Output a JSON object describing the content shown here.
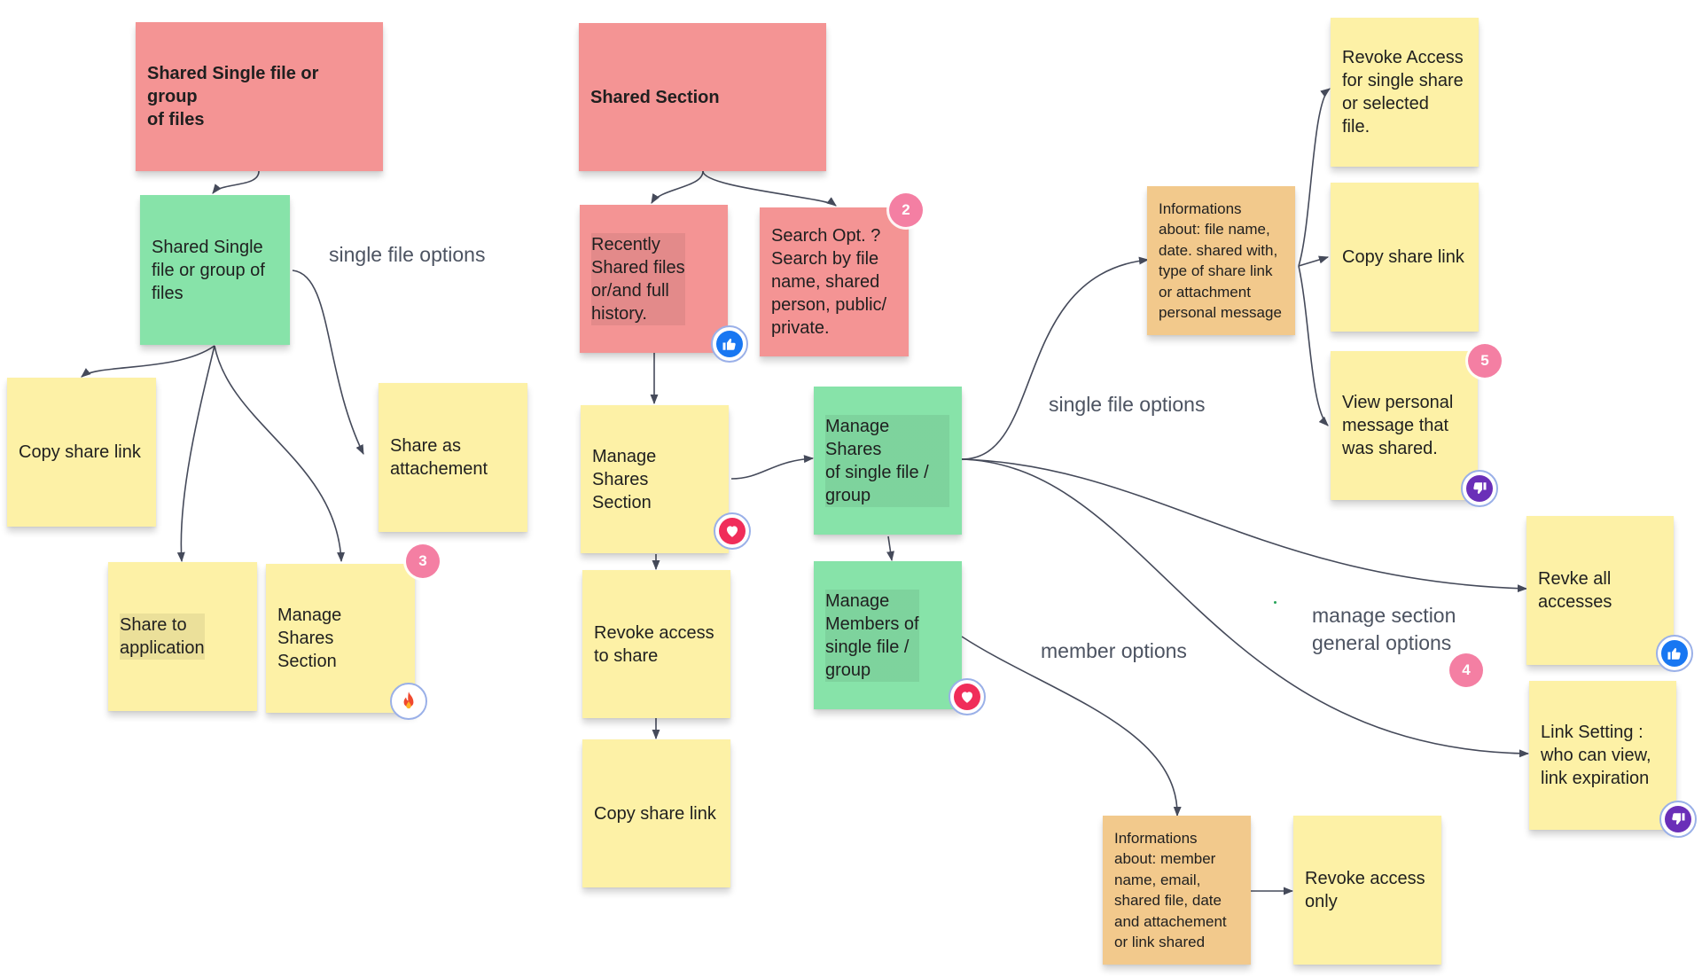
{
  "colors": {
    "yellow_note": "#fdf1a6",
    "red_note": "#f49494",
    "green_note": "#87e3a9",
    "orange_note": "#f2c98c",
    "connector": "#454a5a",
    "counter_badge": "#f47fa3",
    "like_reaction": "#1877f2",
    "love_reaction": "#f02d5a",
    "dislike_reaction": "#6a2fb8"
  },
  "notes": {
    "shared_single_header": "Shared Single file or group\nof files",
    "shared_single_group": "Shared Single\nfile or group of\nfiles",
    "copy_share_link_left": "Copy share link",
    "share_as_attachement": "Share as\nattachement",
    "share_to_application": "Share to\napplication",
    "manage_shares_section_left": "Manage Shares\nSection",
    "shared_section_header": "Shared Section",
    "recently_shared": "Recently\nShared files\nor/and full\nhistory.",
    "search_options": "Search Opt. ?\nSearch by file\nname, shared\nperson, public/\nprivate.",
    "manage_shares_section_mid": "Manage Shares\nSection",
    "revoke_access_to_share": "Revoke access\nto share",
    "copy_share_link_mid": "Copy share link",
    "manage_shares_single": "Manage Shares\nof single file /\ngroup",
    "manage_members": "Manage\nMembers of\nsingle file /\ngroup",
    "file_informations": "Informations\nabout: file name,\ndate. shared with,\ntype of share link\nor attachment\npersonal message",
    "revoke_access_single": "Revoke Access\nfor single share\nor selected\nfile.",
    "copy_share_link_right": "Copy share link",
    "view_personal_message": "View personal\nmessage that\nwas shared.",
    "revoke_all_accesses": "Revke all\naccesses",
    "link_setting": "Link Setting :\nwho can view,\nlink expiration",
    "member_informations": "Informations\nabout: member\nname, email,\nshared file, date\nand attachement\nor link shared",
    "revoke_access_only": "Revoke access\nonly"
  },
  "labels": {
    "single_file_options_left": "single file options",
    "single_file_options_right": "single file options",
    "manage_section_general_options": "manage section\ngeneral options",
    "member_options": "member options"
  },
  "badges": {
    "search": "2",
    "manage_shares_left": "3",
    "general_options": "4",
    "view_message": "5"
  },
  "reactions": {
    "recently_shared": "thumbs-up",
    "manage_shares_section_mid": "heart",
    "manage_members": "heart",
    "manage_shares_section_left": "fire",
    "view_personal_message": "thumbs-down",
    "revoke_all_accesses": "thumbs-up",
    "link_setting": "thumbs-down"
  }
}
